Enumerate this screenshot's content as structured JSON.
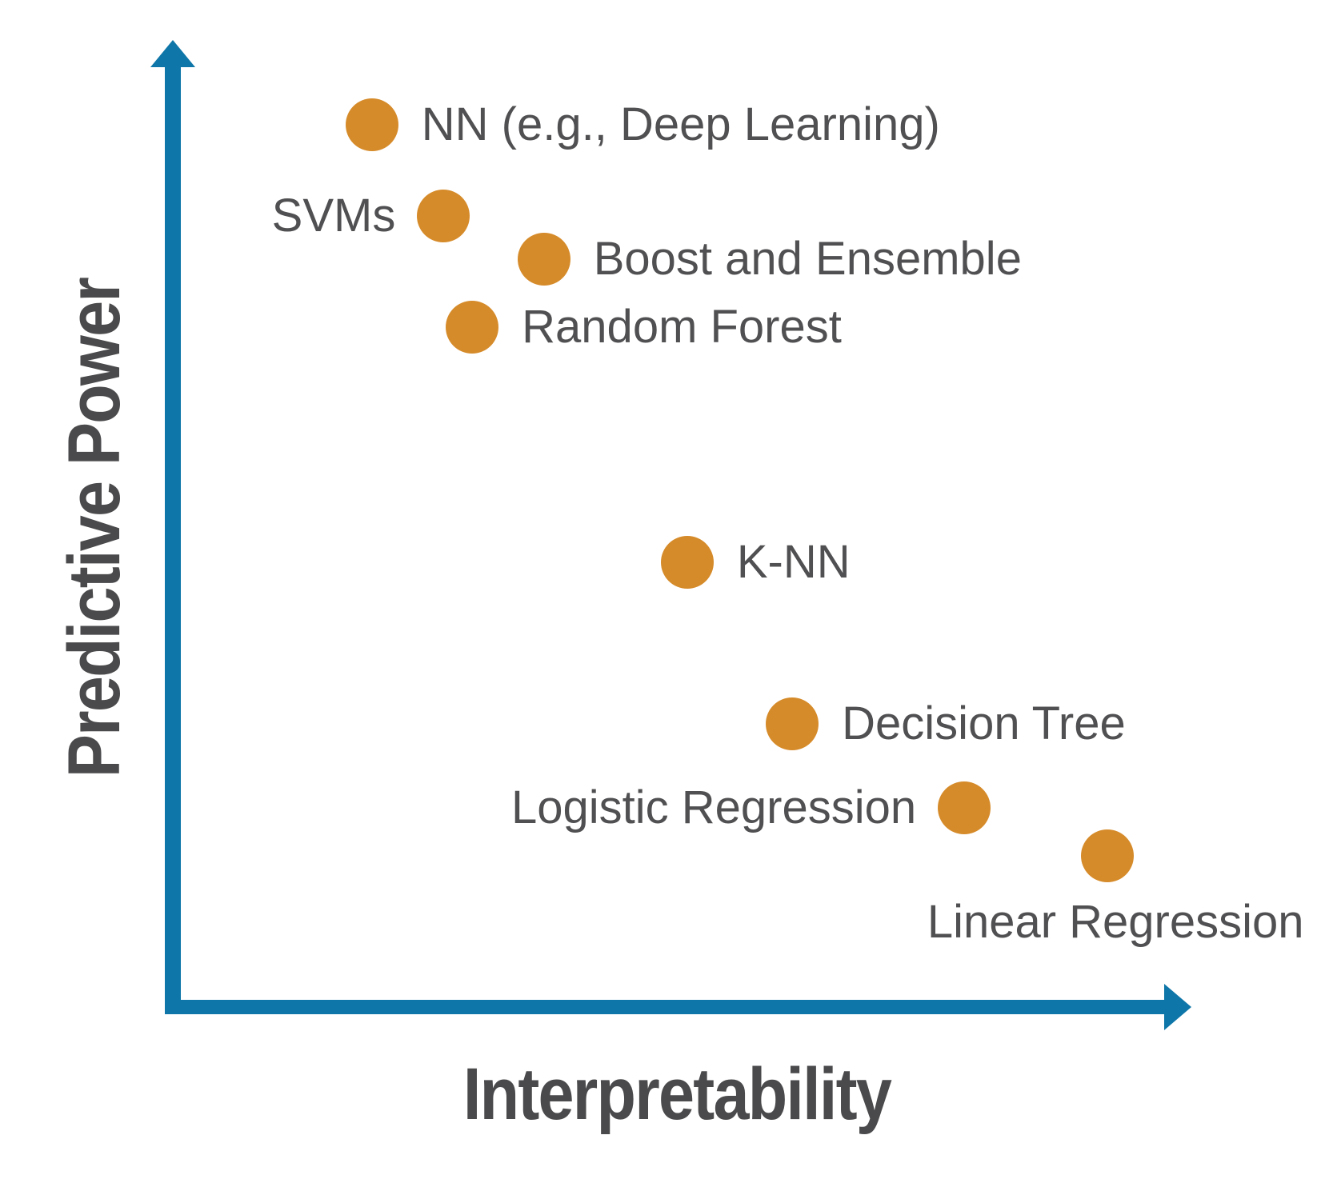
{
  "chart_data": {
    "type": "scatter",
    "title": "",
    "xlabel": "Interpretability",
    "ylabel": "Predictive Power",
    "xlim": [
      0,
      10
    ],
    "ylim": [
      0,
      10
    ],
    "grid": false,
    "legend": false,
    "axes_style": "arrow-axes-no-ticks",
    "axis_color": "#0e76a8",
    "point_color": "#d68b2a",
    "label_color": "#505052",
    "title_color": "#4a4a4c",
    "points": [
      {
        "id": "nn",
        "label": "NN (e.g., Deep Learning)",
        "x": 2.0,
        "y": 9.1,
        "label_side": "right"
      },
      {
        "id": "svms",
        "label": "SVMs",
        "x": 2.75,
        "y": 8.15,
        "label_side": "left"
      },
      {
        "id": "boost-and-ensemble",
        "label": "Boost and Ensemble",
        "x": 3.8,
        "y": 7.7,
        "label_side": "right"
      },
      {
        "id": "random-forest",
        "label": "Random Forest",
        "x": 3.05,
        "y": 7.0,
        "label_side": "right"
      },
      {
        "id": "k-nn",
        "label": "K-NN",
        "x": 5.3,
        "y": 4.55,
        "label_side": "right"
      },
      {
        "id": "decision-tree",
        "label": "Decision Tree",
        "x": 6.4,
        "y": 2.87,
        "label_side": "right"
      },
      {
        "id": "logistic-regression",
        "label": "Logistic Regression",
        "x": 8.2,
        "y": 2.0,
        "label_side": "left"
      },
      {
        "id": "linear-regression",
        "label": "Linear Regression",
        "x": 9.7,
        "y": 1.5,
        "label_side": "below"
      }
    ]
  }
}
